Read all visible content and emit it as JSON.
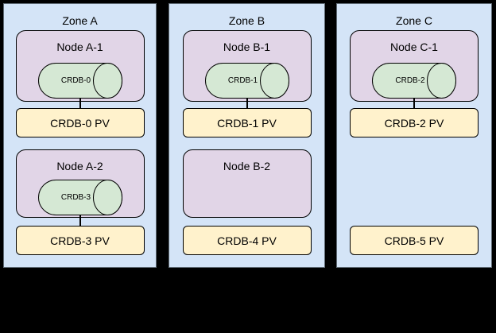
{
  "colors": {
    "background_color": "#000000",
    "zone_fill": "#d4e4f7",
    "zone_border": "#5f6a74",
    "node_fill": "#e1d5e7",
    "node_border": "#000000",
    "pod_fill": "#d5e8d4",
    "pod_border": "#000000",
    "pv_fill": "#fff2cc",
    "pv_border": "#000000",
    "connector_color": "#000000",
    "text_color": "#000000"
  },
  "zones": [
    {
      "title": "Zone A",
      "nodes": [
        {
          "label": "Node A-1",
          "pod": "CRDB-0"
        },
        {
          "label": "Node A-2",
          "pod": "CRDB-3"
        }
      ],
      "pvs": [
        {
          "label": "CRDB-0 PV"
        },
        {
          "label": "CRDB-3 PV"
        }
      ]
    },
    {
      "title": "Zone B",
      "nodes": [
        {
          "label": "Node B-1",
          "pod": "CRDB-1"
        },
        {
          "label": "Node B-2",
          "pod": null
        }
      ],
      "pvs": [
        {
          "label": "CRDB-1 PV"
        },
        {
          "label": "CRDB-4 PV"
        }
      ]
    },
    {
      "title": "Zone C",
      "nodes": [
        {
          "label": "Node C-1",
          "pod": "CRDB-2"
        }
      ],
      "pvs": [
        {
          "label": "CRDB-2 PV"
        },
        {
          "label": "CRDB-5 PV"
        }
      ]
    }
  ]
}
